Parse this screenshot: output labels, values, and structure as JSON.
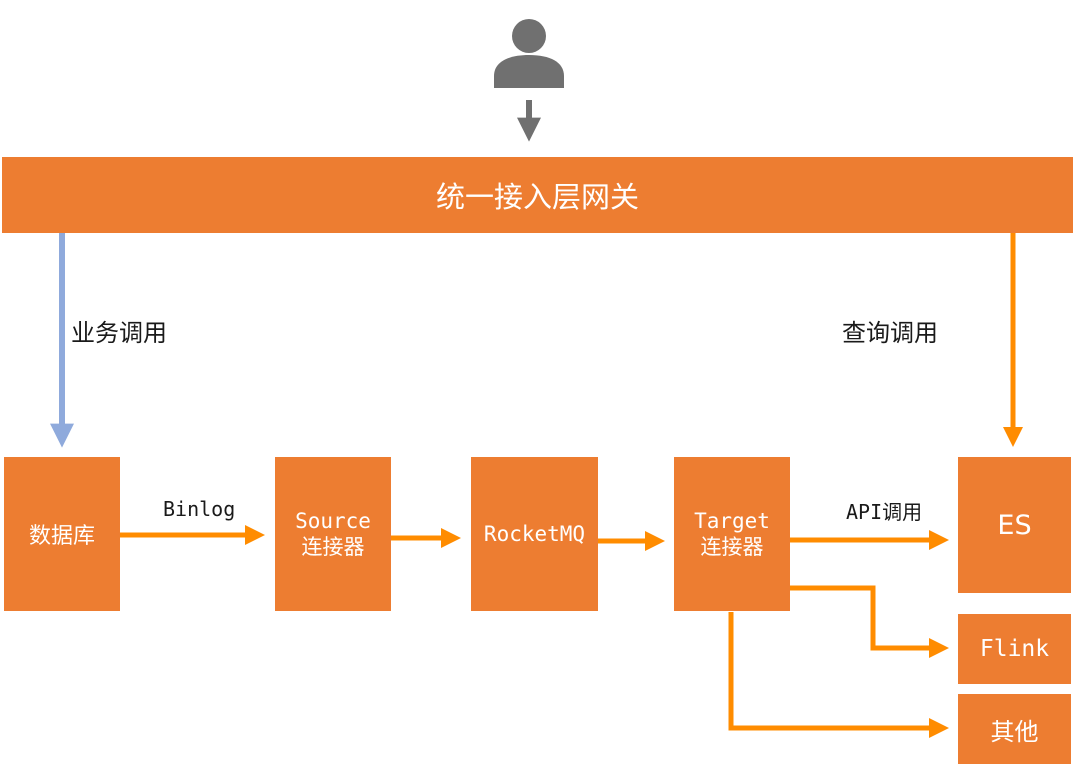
{
  "gateway": {
    "label": "统一接入层网关"
  },
  "links": {
    "business_call": "业务调用",
    "query_call": "查询调用",
    "binlog": "Binlog",
    "api_call": "API调用"
  },
  "nodes": {
    "database": {
      "label": "数据库"
    },
    "source_connector": {
      "line1": "Source",
      "line2": "连接器"
    },
    "rocketmq": {
      "label": "RocketMQ"
    },
    "target_connector": {
      "line1": "Target",
      "line2": "连接器"
    },
    "es": {
      "label": "ES"
    },
    "flink": {
      "label": "Flink"
    },
    "other": {
      "label": "其他"
    }
  },
  "colors": {
    "box_fill": "#ED7D31",
    "arrow_orange": "#FF8C00",
    "arrow_blue": "#8FAADC",
    "user_gray": "#707070",
    "text_white": "#FFFFFF"
  },
  "icons": {
    "user": "user-icon"
  }
}
